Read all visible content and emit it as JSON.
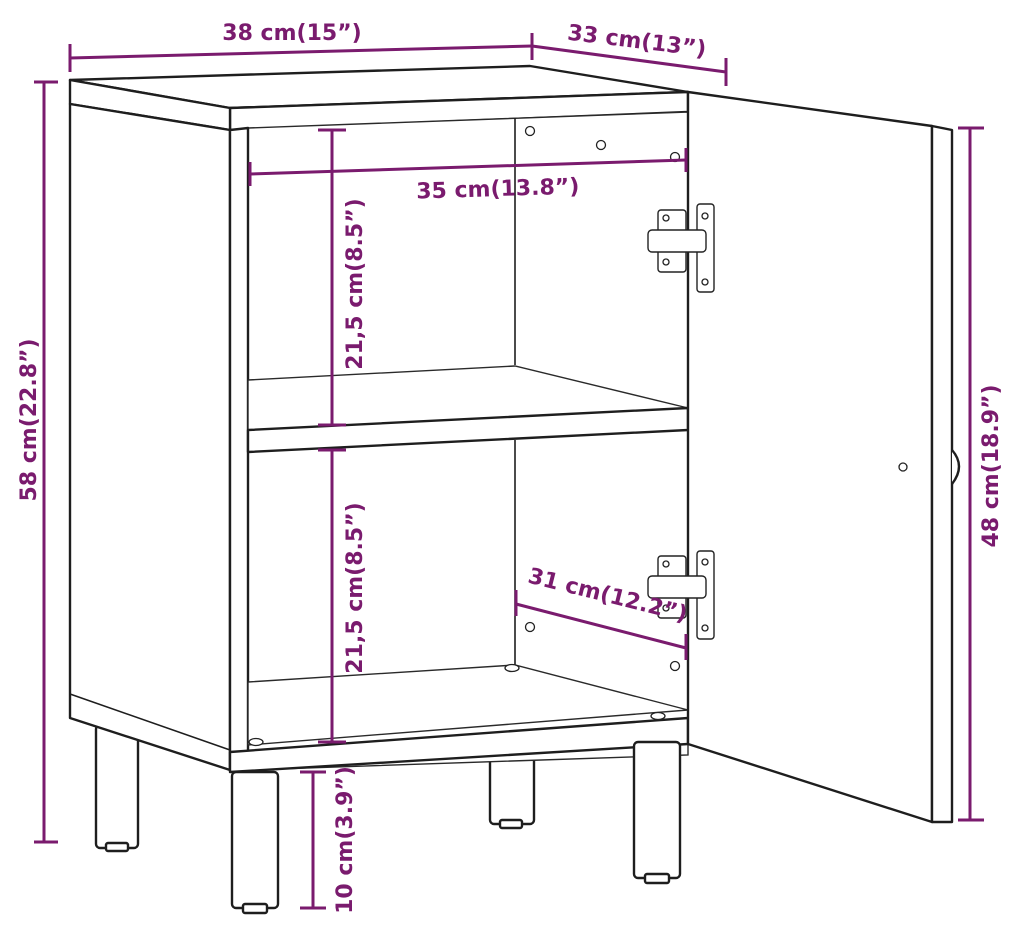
{
  "dimensions": {
    "width": "38 cm(15”)",
    "depth": "33 cm(13”)",
    "height": "58 cm(22.8”)",
    "inner_width": "35 cm(13.8”)",
    "upper_shelf_height": "21,5 cm(8.5”)",
    "lower_shelf_height": "21,5 cm(8.5”)",
    "inner_depth": "31 cm(12.2”)",
    "door_height": "48 cm(18.9”)",
    "leg_height": "10  cm(3.9”)"
  },
  "colors": {
    "dimension_line": "#7a1b6e",
    "outline": "#1e1e1e",
    "fill": "#ffffff"
  }
}
